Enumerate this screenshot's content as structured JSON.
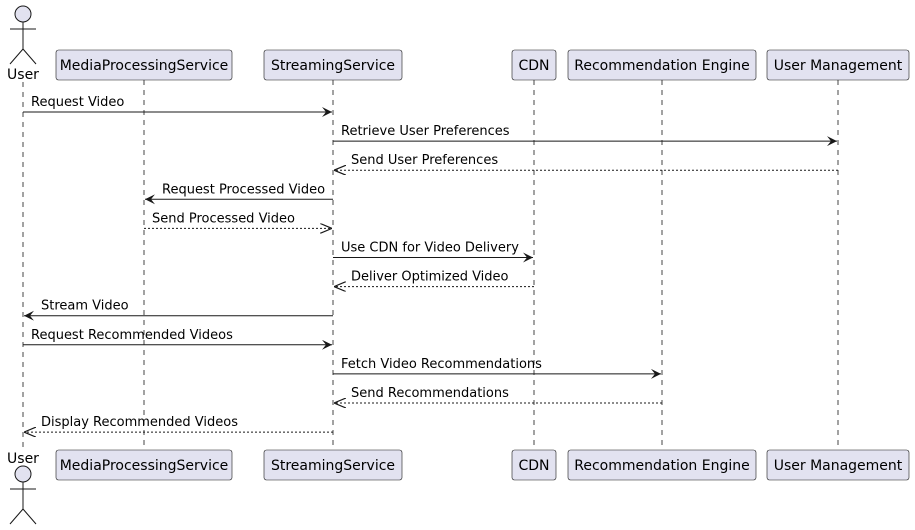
{
  "diagram": {
    "type": "sequence",
    "colors": {
      "participant_fill": "#E2E2F0",
      "participant_border": "#181818",
      "lifeline": "#181818",
      "arrow": "#181818",
      "text": "#000000"
    },
    "participants": [
      {
        "id": "user",
        "label": "User",
        "kind": "actor"
      },
      {
        "id": "media",
        "label": "MediaProcessingService",
        "kind": "participant"
      },
      {
        "id": "streaming",
        "label": "StreamingService",
        "kind": "participant"
      },
      {
        "id": "cdn",
        "label": "CDN",
        "kind": "participant"
      },
      {
        "id": "reco",
        "label": "Recommendation Engine",
        "kind": "participant"
      },
      {
        "id": "usermgmt",
        "label": "User Management",
        "kind": "participant"
      }
    ],
    "messages": [
      {
        "from": "user",
        "to": "streaming",
        "label": "Request Video",
        "style": "solid"
      },
      {
        "from": "streaming",
        "to": "usermgmt",
        "label": "Retrieve User Preferences",
        "style": "solid"
      },
      {
        "from": "usermgmt",
        "to": "streaming",
        "label": "Send User Preferences",
        "style": "dashed"
      },
      {
        "from": "streaming",
        "to": "media",
        "label": "Request Processed Video",
        "style": "solid"
      },
      {
        "from": "media",
        "to": "streaming",
        "label": "Send Processed Video",
        "style": "dashed"
      },
      {
        "from": "streaming",
        "to": "cdn",
        "label": "Use CDN for Video Delivery",
        "style": "solid"
      },
      {
        "from": "cdn",
        "to": "streaming",
        "label": "Deliver Optimized Video",
        "style": "dashed"
      },
      {
        "from": "streaming",
        "to": "user",
        "label": "Stream Video",
        "style": "solid"
      },
      {
        "from": "user",
        "to": "streaming",
        "label": "Request Recommended Videos",
        "style": "solid"
      },
      {
        "from": "streaming",
        "to": "reco",
        "label": "Fetch Video Recommendations",
        "style": "solid"
      },
      {
        "from": "reco",
        "to": "streaming",
        "label": "Send Recommendations",
        "style": "dashed"
      },
      {
        "from": "streaming",
        "to": "user",
        "label": "Display Recommended Videos",
        "style": "dashed"
      }
    ]
  }
}
